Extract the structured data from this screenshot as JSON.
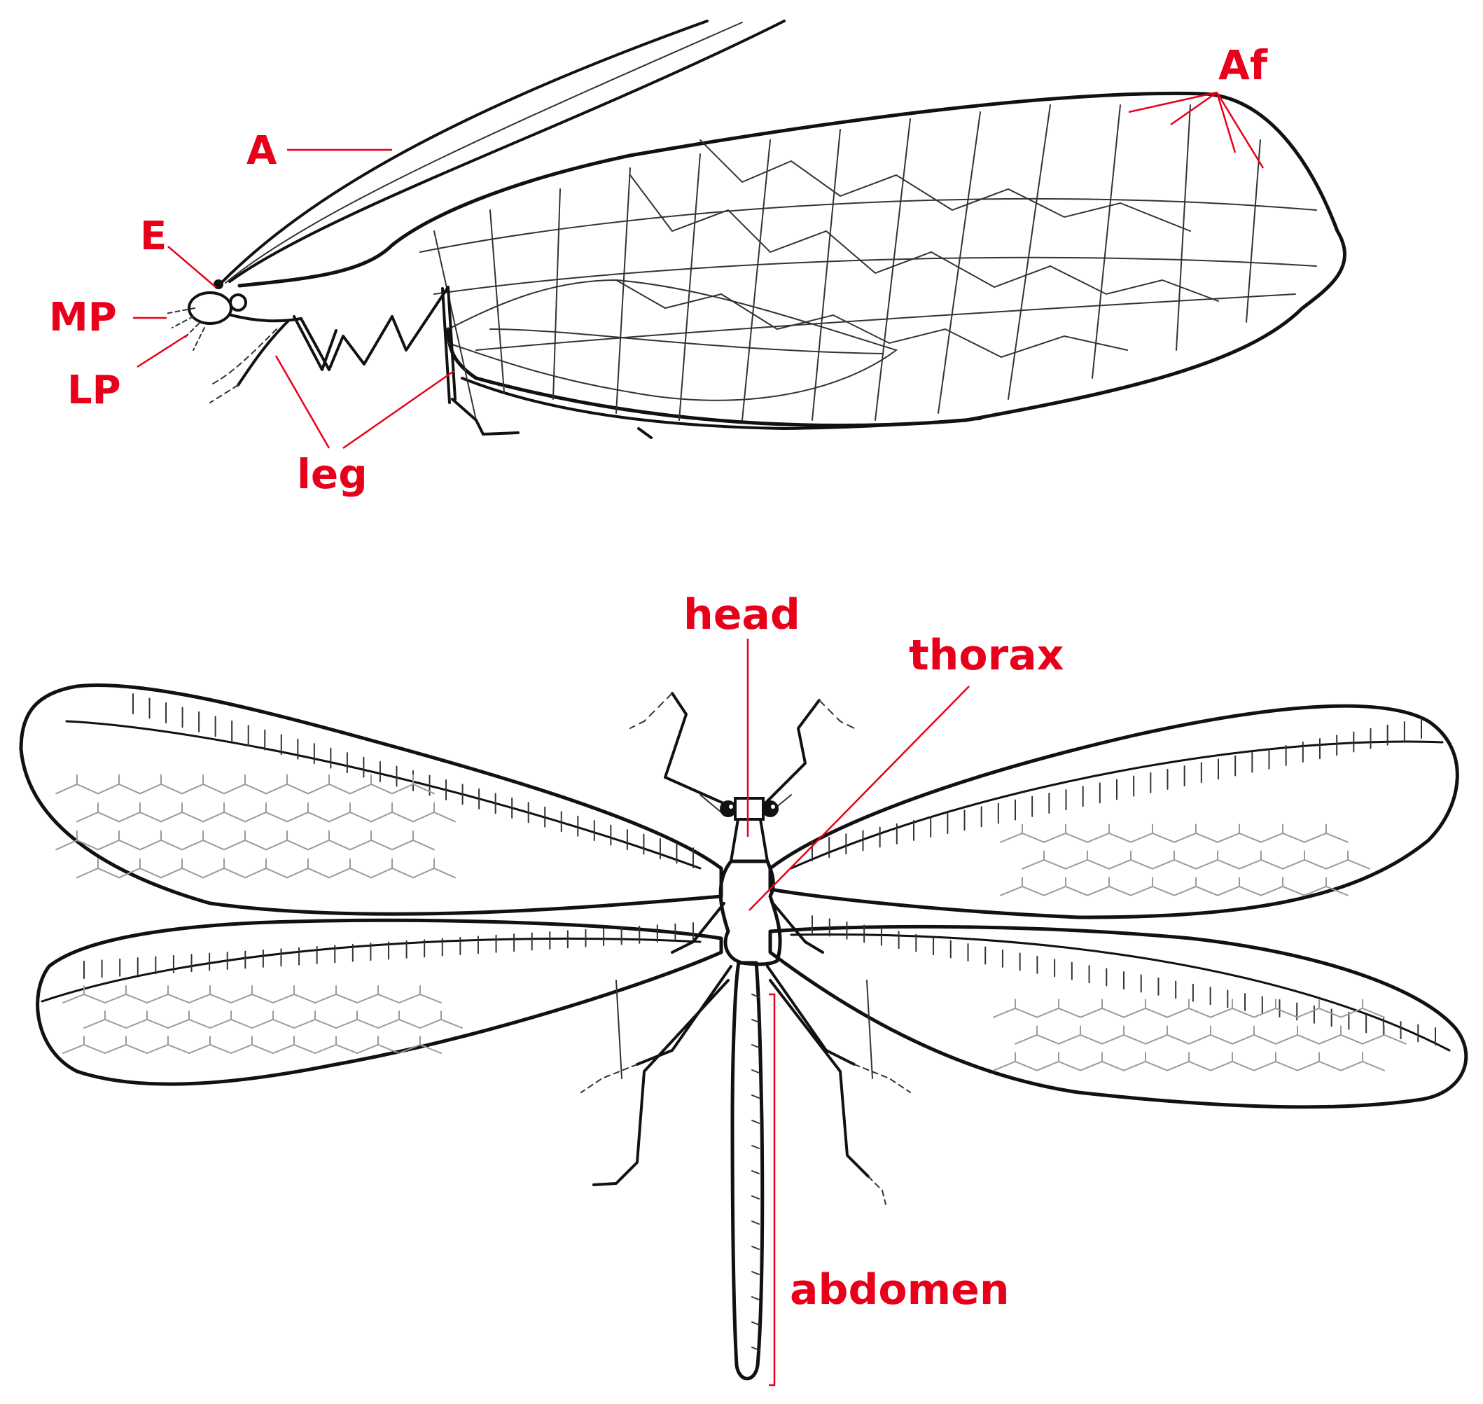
{
  "colors": {
    "label": "#e8001a",
    "ink": "#111111",
    "vein": "#9a9a9a",
    "background": "#ffffff"
  },
  "side_view": {
    "labels": {
      "antenna": "A",
      "eye": "E",
      "maxillary_palp": "MP",
      "labial_palp": "LP",
      "leg": "leg",
      "wing_vein_forks": "Af"
    }
  },
  "top_view": {
    "labels": {
      "head": "head",
      "thorax": "thorax",
      "abdomen": "abdomen"
    }
  }
}
